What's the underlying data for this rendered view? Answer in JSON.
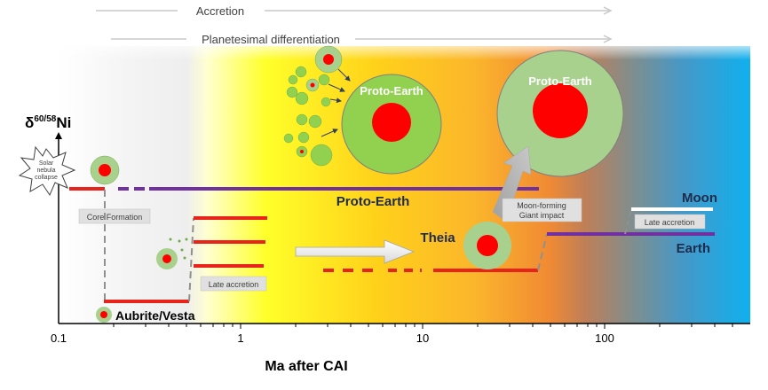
{
  "timeline": {
    "accretion": "Accretion",
    "differentiation": "Planetesimal differentiation"
  },
  "axes": {
    "ylabel_prefix": "δ",
    "ylabel_sup": "60/58",
    "ylabel_suffix": "Ni",
    "xlabel": "Ma after CAI",
    "ticks": [
      "0.1",
      "1",
      "10",
      "100"
    ]
  },
  "labels": {
    "solar_nebula": [
      "Solar",
      "nebula",
      "collapse"
    ],
    "core_formation": "Core Formation",
    "late_accretion_left": "Late accretion",
    "aubrite_vesta": "Aubrite/Vesta",
    "proto_earth_line": "Proto-Earth",
    "proto_earth_small": "Proto-Earth",
    "proto_earth_large": "Proto-Earth",
    "theia": "Theia",
    "giant_impact": [
      "Moon-forming",
      "Giant impact"
    ],
    "moon": "Moon",
    "earth": "Earth",
    "late_accretion_right": "Late accretion"
  },
  "colors": {
    "red_line": "#e8231b",
    "purple_line": "#7030a0",
    "core": "#ff0000",
    "mantle": "#92d050",
    "mantle_light": "#a9d18e"
  }
}
